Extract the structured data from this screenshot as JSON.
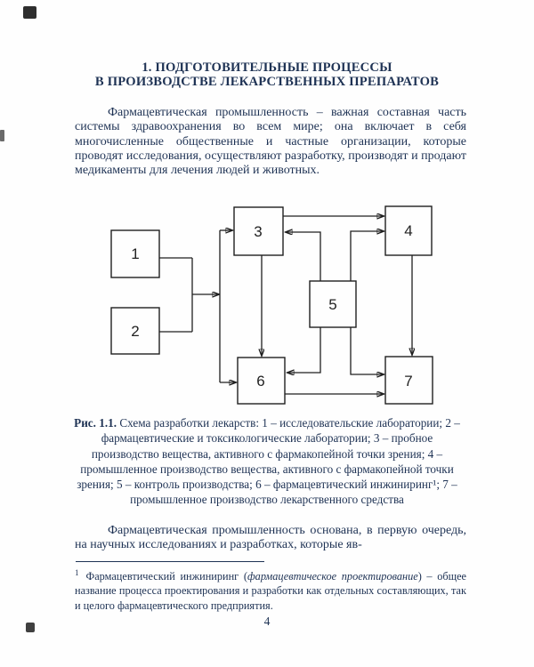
{
  "colors": {
    "ink": "#1e3254",
    "line": "#1f1f1f"
  },
  "page": {
    "number": "4"
  },
  "title": {
    "line1": "1. ПОДГОТОВИТЕЛЬНЫЕ ПРОЦЕССЫ",
    "line2": "В ПРОИЗВОДСТВЕ ЛЕКАРСТВЕННЫХ ПРЕПАРАТОВ"
  },
  "paragraphs": {
    "p1": "Фармацевтическая промышленность – важная составная часть системы здравоохранения во всем мире; она включает в себя многочисленные общественные и частные организации, которые проводят исследования, осуществляют разработку, производят и продают медикаменты для лечения людей и жи­вотных.",
    "p2": "Фармацевтическая промышленность основана, в первую очередь, на научных исследованиях и разработках, которые яв-"
  },
  "figure": {
    "caption_label": "Рис. 1.1.",
    "caption_text": " Схема разработки лекарств: 1 – исследовательские лаборатории; 2 – фармацевтические и токсикологические лаборатории; 3 – пробное производство вещества, активного с фармакопейной точки зрения; 4 – промышленное производство вещества, активного с фармакопейной точки зрения; 5 – контроль производства; 6 – фармацевтический инжиниринг¹; 7 – промышленное производство лекарственного средства",
    "boxes": [
      "1",
      "2",
      "3",
      "4",
      "5",
      "6",
      "7"
    ]
  },
  "footnote": {
    "marker": "1",
    "part1": "Фармацевтический инжиниринг (",
    "italic": "фармацевтическое проектирование",
    "part2": ") – общее название процесса проектирования и разработки как отдельных составляющих, так и целого фармацевтического предприятия."
  }
}
